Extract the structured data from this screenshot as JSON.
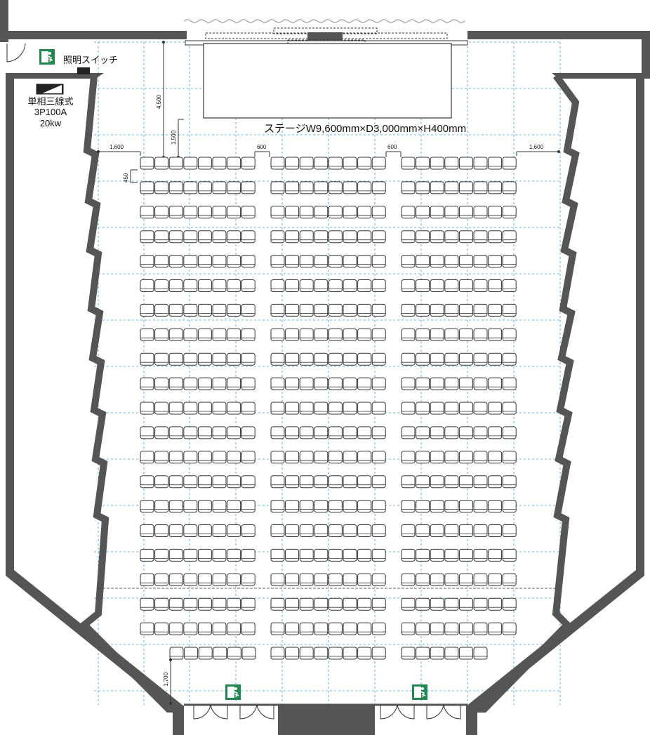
{
  "labels": {
    "light_switch": "照明スイッチ",
    "power_line1": "単相三線式",
    "power_line2": "3P100A",
    "power_line3": "20kw",
    "stage": "ステージW9,600mm×D3,000mm×H400mm"
  },
  "dimensions": {
    "stage_to_seats": "4,500",
    "front_gap": "1,500",
    "side_left": "1,600",
    "side_right": "1,600",
    "aisle_left": "600",
    "aisle_right": "600",
    "row_pitch": "450",
    "rear_gap": "1,700"
  },
  "seating": {
    "blocks": 3,
    "seats_per_block": 8,
    "full_rows": 20,
    "last_row_seats": [
      6,
      8,
      6
    ]
  },
  "colors": {
    "wall": "#555555",
    "grid": "#3a9ad0",
    "exit_sign": "#1e8a4f"
  }
}
